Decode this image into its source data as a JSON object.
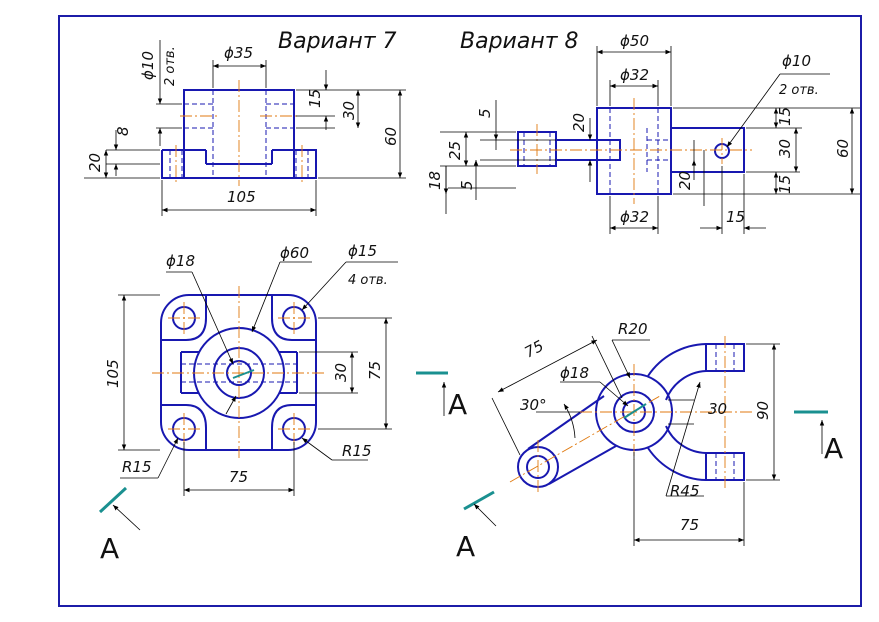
{
  "titles": {
    "variant7": "Вариант 7",
    "variant8": "Вариант 8"
  },
  "v7_front": {
    "d35": "ϕ35",
    "d10": "ϕ10",
    "holes": "2 отв.",
    "d15": "15",
    "d30": "30",
    "d60": "60",
    "d8": "8",
    "d20": "20",
    "d105": "105"
  },
  "v8_top": {
    "d50": "ϕ50",
    "d32top": "ϕ32",
    "d10": "ϕ10",
    "holes": "2 отв.",
    "d5a": "5",
    "d20a": "20",
    "d25": "25",
    "d18": "18",
    "d5b": "5",
    "d20b": "20",
    "d30": "30",
    "d15a": "15",
    "d15b": "15",
    "d60": "60",
    "d32bot": "ϕ32",
    "d15c": "15"
  },
  "v7_plan": {
    "d18": "ϕ18",
    "d60": "ϕ60",
    "d15": "ϕ15",
    "holes": "4 отв.",
    "d105": "105",
    "d30": "30",
    "d75v": "75",
    "r15a": "R15",
    "r15b": "R15",
    "d75h": "75"
  },
  "v8_plan": {
    "d75": "75",
    "r20": "R20",
    "d18": "ϕ18",
    "a30": "30°",
    "d30": "30",
    "d90": "90",
    "r45": "R45",
    "d75b": "75"
  },
  "section": {
    "a1": "A",
    "a2": "A",
    "a3": "A",
    "a4": "A"
  }
}
